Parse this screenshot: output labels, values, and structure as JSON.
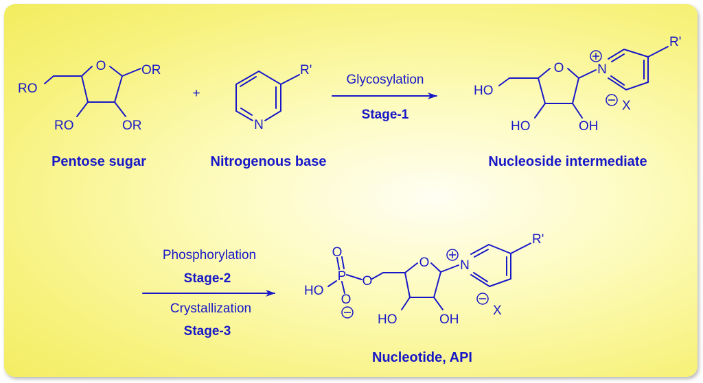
{
  "compounds": {
    "pentose_sugar": {
      "label": "Pentose sugar",
      "atoms": {
        "ring_o": "O",
        "or_anomeric": "OR",
        "ro_5": "RO",
        "ro_3": "RO",
        "or_2": "OR"
      }
    },
    "plus": "+",
    "nitrogenous_base": {
      "label": "Nitrogenous base",
      "atoms": {
        "n": "N",
        "r_prime": "R'"
      }
    },
    "nucleoside_intermediate": {
      "label": "Nucleoside intermediate",
      "atoms": {
        "ho_5": "HO",
        "ring_o": "O",
        "n_plus": "N",
        "r_prime": "R'",
        "ho_3": "HO",
        "oh_2": "OH",
        "counterion": "X"
      }
    },
    "nucleotide_api": {
      "label": "Nucleotide, API",
      "atoms": {
        "p_o_top": "O",
        "p": "P",
        "ho_p": "HO",
        "o_minus": "O",
        "o_link": "O",
        "ring_o": "O",
        "n_plus": "N",
        "r_prime": "R'",
        "ho_3": "HO",
        "oh_2": "OH",
        "counterion": "X"
      }
    }
  },
  "arrows": {
    "stage1": {
      "top": "Glycosylation",
      "bottom": "Stage-1"
    },
    "stage2_3": {
      "top": "Phosphorylation",
      "stage2": "Stage-2",
      "below": "Crystallization",
      "stage3": "Stage-3"
    }
  },
  "colors": {
    "ink": "#1717c8",
    "panel_edge": "#f2ec5e",
    "panel_center": "#fffef3"
  }
}
